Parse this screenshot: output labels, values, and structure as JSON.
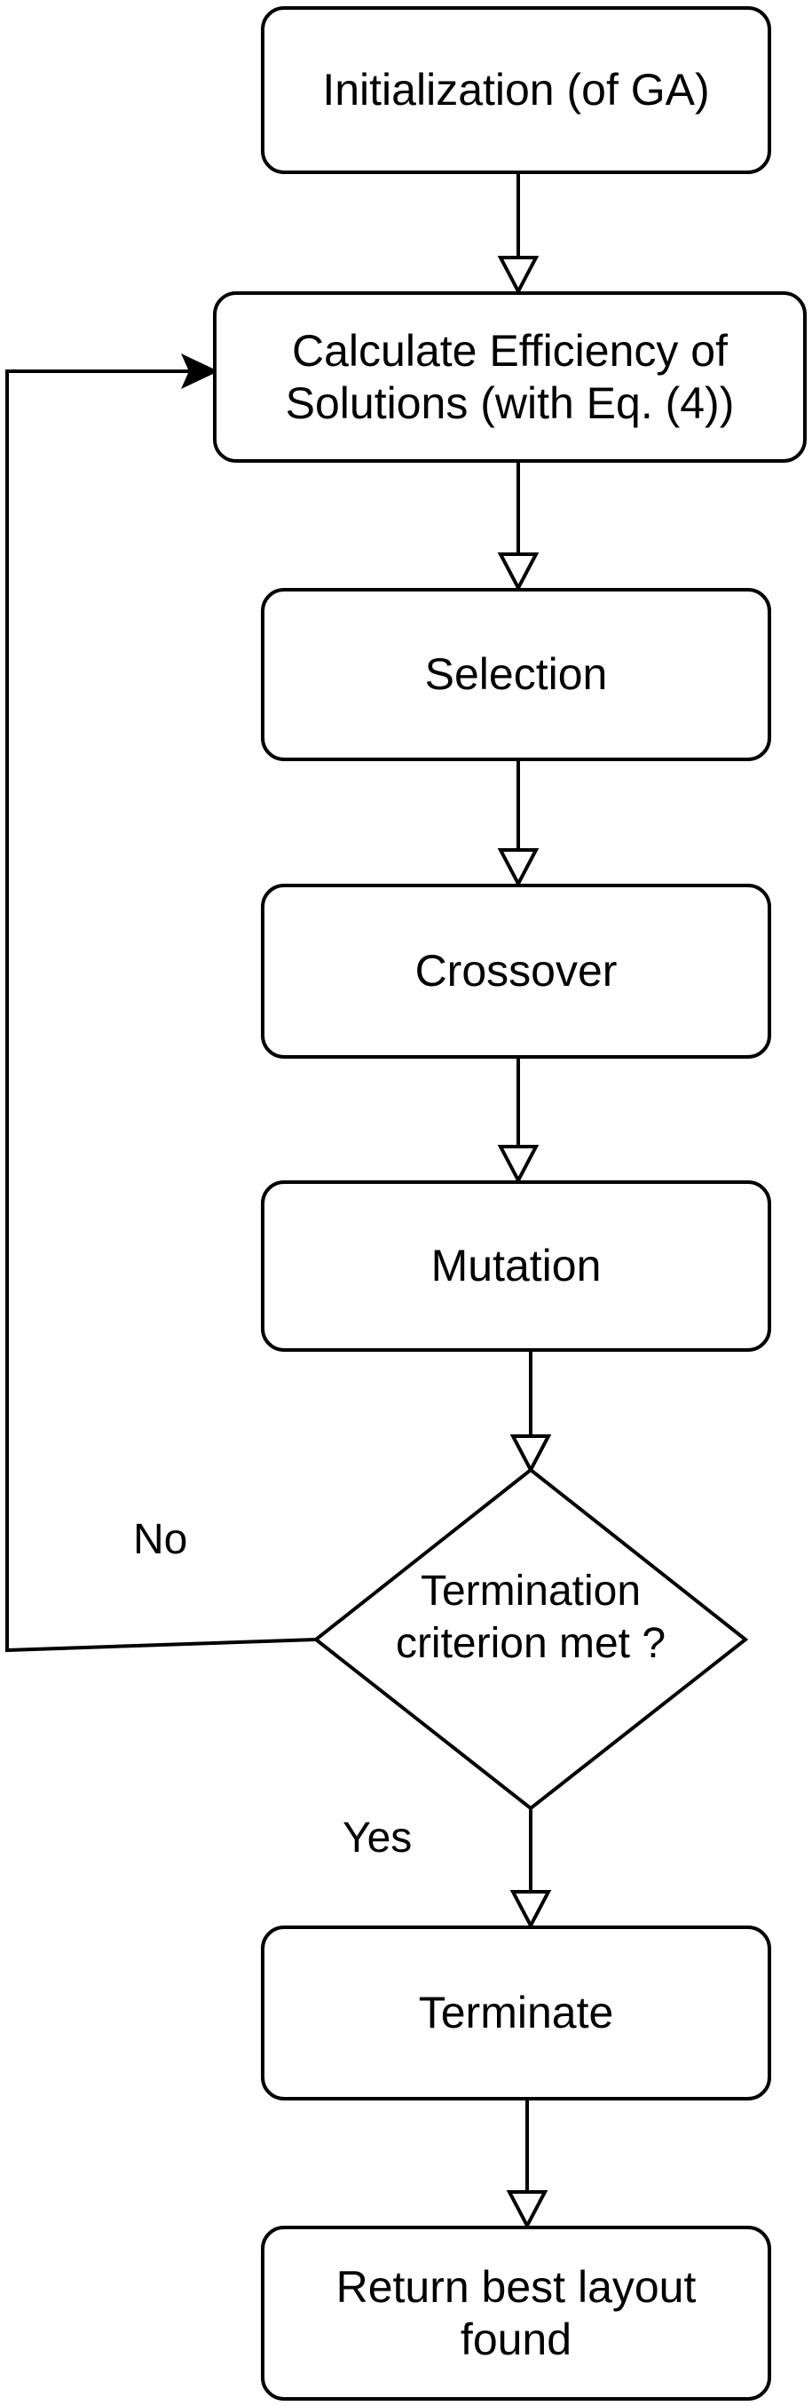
{
  "flowchart": {
    "steps": {
      "init": "Initialization (of GA)",
      "efficiency": "Calculate Efficiency of\nSolutions (with Eq. (4))",
      "selection": "Selection",
      "crossover": "Crossover",
      "mutation": "Mutation",
      "decision": "Termination\ncriterion met ?",
      "terminate": "Terminate",
      "result": "Return best layout\nfound"
    },
    "edge_labels": {
      "no": "No",
      "yes": "Yes"
    }
  }
}
